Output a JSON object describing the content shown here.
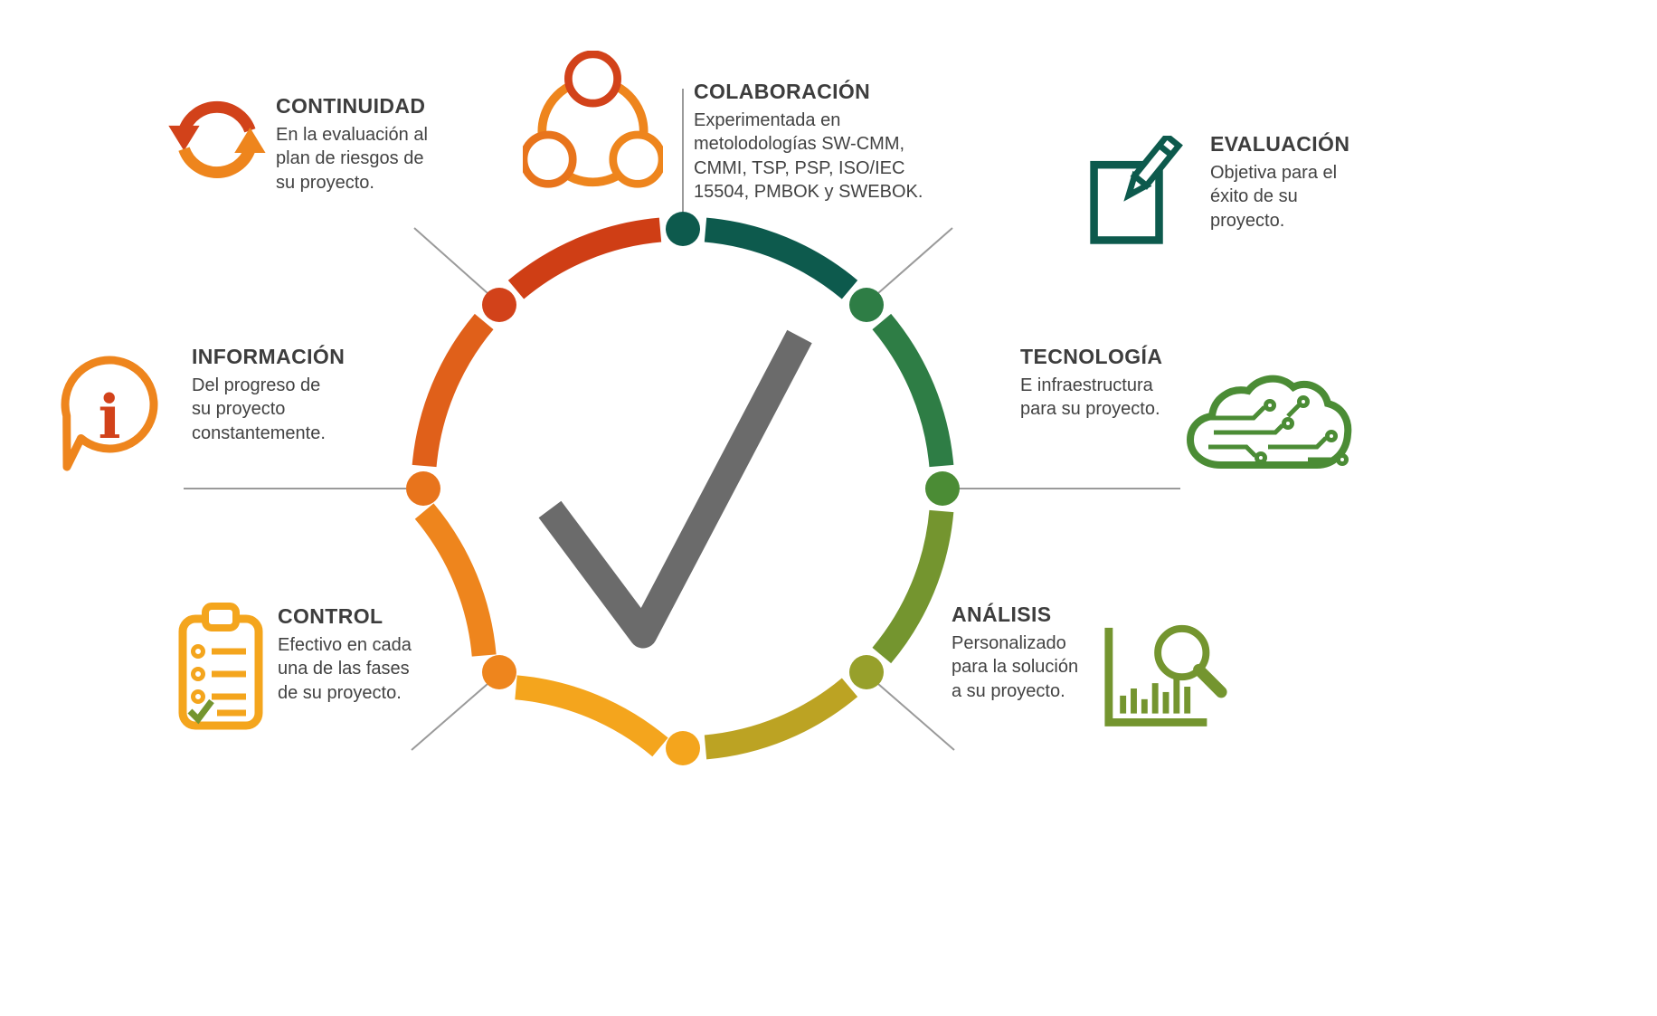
{
  "palette": {
    "teal": "#0d5a4d",
    "green_dark": "#2e7d45",
    "green": "#4b8c35",
    "olive_green": "#74952f",
    "olive": "#97a02b",
    "olive_yellow": "#bca323",
    "yellow": "#f4a51d",
    "orange_light": "#ee851d",
    "orange": "#e8741c",
    "orange_dark": "#e0601a",
    "red": "#d2421a",
    "red_deep": "#cf3e15",
    "check_gray": "#6b6b6b",
    "line_gray": "#9a9a9a",
    "heading_text": "#3d3d3d",
    "body_text": "#424242"
  },
  "sections": [
    {
      "id": "continuidad",
      "title": "CONTINUIDAD",
      "body": "En la evaluación al plan de riesgos de su proyecto.",
      "icon": "cycle-arrows-icon"
    },
    {
      "id": "colaboracion",
      "title": "COLABORACIÓN",
      "body": "Experimentada en metolodologías SW-CMM, CMMI, TSP, PSP, ISO/IEC 15504, PMBOK y SWEBOK.",
      "icon": "people-network-icon"
    },
    {
      "id": "evaluacion",
      "title": "EVALUACIÓN",
      "body": "Objetiva para el éxito de su proyecto.",
      "icon": "pencil-document-icon"
    },
    {
      "id": "tecnologia",
      "title": "TECNOLOGÍA",
      "body": "E infraestructura para su proyecto.",
      "icon": "cloud-circuit-icon"
    },
    {
      "id": "analisis",
      "title": "ANÁLISIS",
      "body": "Personalizado para la solución a su proyecto.",
      "icon": "chart-magnifier-icon"
    },
    {
      "id": "control",
      "title": "CONTROL",
      "body": "Efectivo en cada una de las fases de su proyecto.",
      "icon": "clipboard-checklist-icon"
    },
    {
      "id": "informacion",
      "title": "INFORMACIÓN",
      "body": "Del progreso de su proyecto constantemente.",
      "icon": "speech-bubble-info-icon"
    }
  ],
  "center": {
    "symbol": "checkmark"
  }
}
